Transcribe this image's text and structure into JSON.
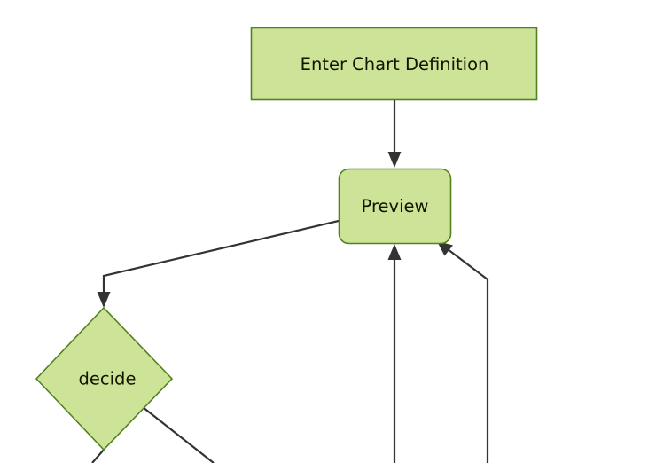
{
  "diagram": {
    "type": "flowchart",
    "title": "",
    "background_color": "#ffffff",
    "node_fill_color": "#cde498",
    "node_stroke_color": "#52821f",
    "edge_color": "#333333",
    "label_color": "#131300",
    "nodes": [
      {
        "id": "enter-chart-definition",
        "label": "Enter Chart Definition",
        "shape": "rectangle"
      },
      {
        "id": "preview",
        "label": "Preview",
        "shape": "rounded-rectangle"
      },
      {
        "id": "decide",
        "label": "decide",
        "shape": "diamond"
      }
    ],
    "edges": [
      {
        "id": "edge-enter-to-preview",
        "from": "enter-chart-definition",
        "to": "preview",
        "label": ""
      },
      {
        "id": "edge-preview-to-decide",
        "from": "preview",
        "to": "decide",
        "label": ""
      },
      {
        "id": "edge-bottom-center-to-preview",
        "from": "",
        "to": "preview",
        "label": ""
      },
      {
        "id": "edge-bottom-right-to-preview",
        "from": "",
        "to": "preview",
        "label": ""
      },
      {
        "id": "edge-decide-bottom-out",
        "from": "decide",
        "to": "",
        "label": ""
      },
      {
        "id": "edge-decide-right-out",
        "from": "decide",
        "to": "",
        "label": ""
      }
    ]
  }
}
